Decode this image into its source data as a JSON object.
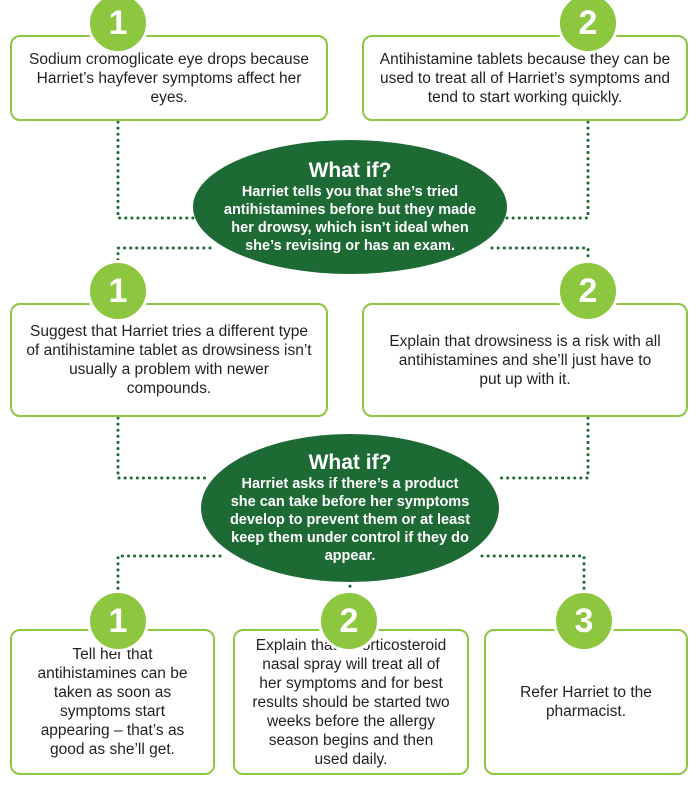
{
  "colors": {
    "accent": "#8dc63f",
    "oval": "#1e6a35",
    "connector": "#1e6a35"
  },
  "top": {
    "opt1": {
      "num": "1",
      "text": "Sodium cromoglicate eye drops because Harriet’s hayfever symptoms affect her eyes."
    },
    "opt2": {
      "num": "2",
      "text": "Antihistamine tablets because they can be used to treat all of Harriet’s symptoms and tend to start working quickly."
    }
  },
  "whatif1": {
    "title": "What if?",
    "text": "Harriet tells you that she’s tried antihistamines before but they made her drowsy, which isn’t ideal when she’s revising or has an exam."
  },
  "mid": {
    "opt1": {
      "num": "1",
      "text": "Suggest that Harriet tries a different type of antihistamine tablet as drowsiness isn’t usually a problem with newer compounds."
    },
    "opt2": {
      "num": "2",
      "text": "Explain that drowsiness is a risk with all antihistamines and she’ll just have to put up with it."
    }
  },
  "whatif2": {
    "title": "What if?",
    "text": "Harriet asks if there’s a product she can take before her symptoms develop to prevent them or at least keep them under control if they do appear."
  },
  "bottom": {
    "opt1": {
      "num": "1",
      "text": "Tell her that antihistamines can be taken as soon as symptoms start appearing – that’s as good as she’ll get."
    },
    "opt2": {
      "num": "2",
      "text": "Explain that a corticosteroid nasal spray will treat all of her symptoms and for best results should be started two weeks before the allergy season begins and then used daily."
    },
    "opt3": {
      "num": "3",
      "text": "Refer Harriet to the pharmacist."
    }
  }
}
